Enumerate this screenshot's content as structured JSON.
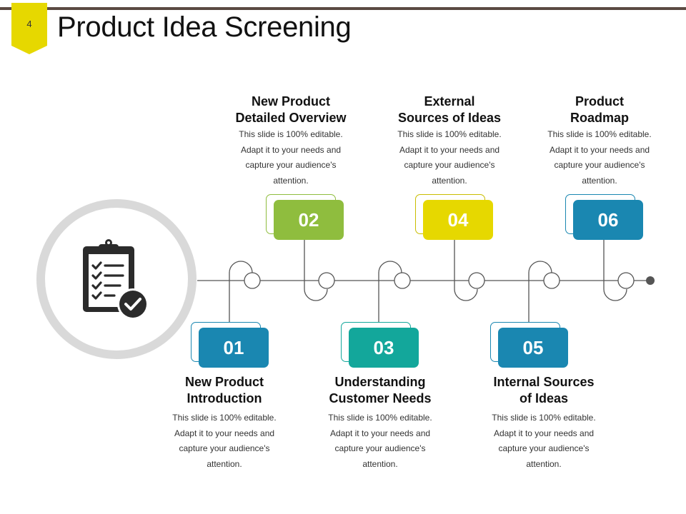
{
  "page_number": "4",
  "title": "Product Idea Screening",
  "colors": {
    "badge": "#e6d800",
    "header_rule": "#5a4a42",
    "ring": "#d9d9d9",
    "timeline": "#555555"
  },
  "hero_icon": "clipboard-checklist-icon",
  "steps": [
    {
      "number": "01",
      "color": "#1a87b1",
      "title": [
        "New Product",
        "Introduction"
      ],
      "description": [
        "This slide is 100% editable.",
        "Adapt it to your needs and",
        "capture your audience's",
        "attention."
      ]
    },
    {
      "number": "02",
      "color": "#8fbd3e",
      "title": [
        "New Product",
        "Detailed Overview"
      ],
      "description": [
        "This slide is 100% editable.",
        "Adapt it to your needs and",
        "capture your audience's",
        "attention."
      ]
    },
    {
      "number": "03",
      "color": "#13a79b",
      "title": [
        "Understanding",
        "Customer Needs"
      ],
      "description": [
        "This slide is 100% editable.",
        "Adapt it to your needs and",
        "capture your audience's",
        "attention."
      ]
    },
    {
      "number": "04",
      "color": "#e6d800",
      "title": [
        "External",
        "Sources of Ideas"
      ],
      "description": [
        "This slide is 100% editable.",
        "Adapt it to your needs and",
        "capture your audience's",
        "attention."
      ]
    },
    {
      "number": "05",
      "color": "#1a87b1",
      "title": [
        "Internal Sources",
        "of Ideas"
      ],
      "description": [
        "This slide is 100% editable.",
        "Adapt it to your needs and",
        "capture your audience's",
        "attention."
      ]
    },
    {
      "number": "06",
      "color": "#1a87b1",
      "title": [
        "Product",
        "Roadmap"
      ],
      "description": [
        "This slide is 100% editable.",
        "Adapt it to your needs and",
        "capture your audience's",
        "attention."
      ]
    }
  ]
}
